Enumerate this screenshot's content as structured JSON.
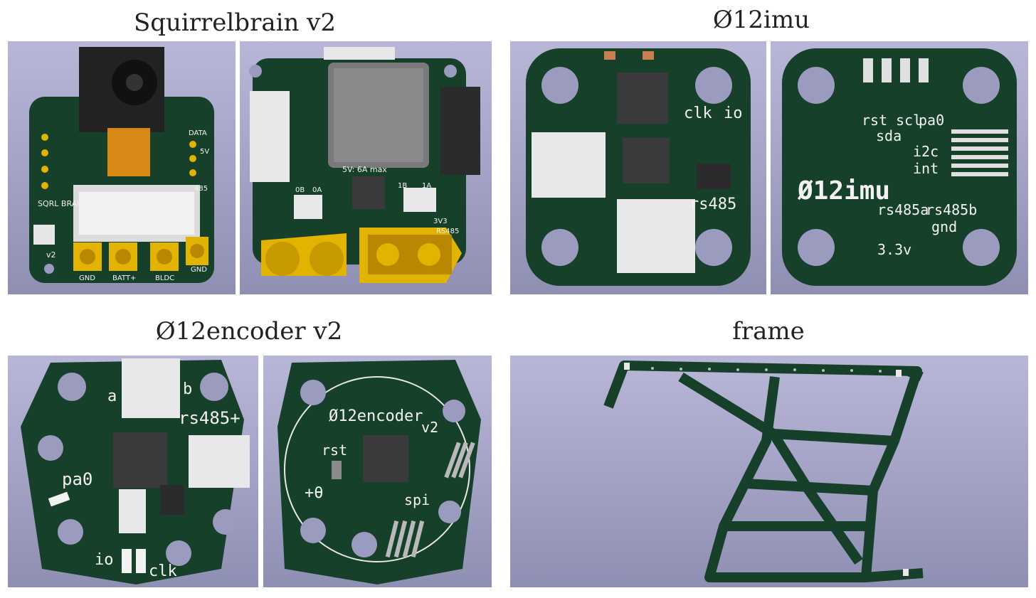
{
  "sections": {
    "squirrelbrain": {
      "title": "Squirrelbrain v2",
      "front": {
        "board_label": "SQRL BRAIN",
        "version": "v2",
        "pad_labels": [
          "GND",
          "BATT+",
          "BLDC",
          "GND"
        ],
        "side_labels": [
          "DATA",
          "5V",
          "485"
        ]
      },
      "back": {
        "power_label": "5V: 6A max",
        "labels": [
          "0B",
          "0A",
          "1B",
          "1A",
          "3V3",
          "RS485"
        ]
      }
    },
    "imu": {
      "title": "Ø12imu",
      "front": {
        "labels": [
          "clk",
          "io",
          "rs485"
        ]
      },
      "back": {
        "name": "Ø12imu",
        "labels": [
          "rst",
          "sda",
          "scl",
          "pa0",
          "i2c",
          "int",
          "rs485b",
          "gnd",
          "rs485a",
          "3.3v"
        ]
      }
    },
    "encoder": {
      "title": "Ø12encoder v2",
      "front": {
        "labels": [
          "rs485+",
          "pa0",
          "io",
          "clk",
          "a",
          "b"
        ]
      },
      "back": {
        "name": "Ø12encoder",
        "version": "v2",
        "labels": [
          "rst",
          "+θ",
          "spi"
        ]
      }
    },
    "frame": {
      "title": "frame"
    }
  },
  "colors": {
    "pcb": "#17402a",
    "pcb_dark": "#0f2e1e",
    "panel_top": "#b9b7d8",
    "gold": "#e2b300",
    "connector": "#e8e8ea",
    "chip": "#3a3a3c"
  }
}
